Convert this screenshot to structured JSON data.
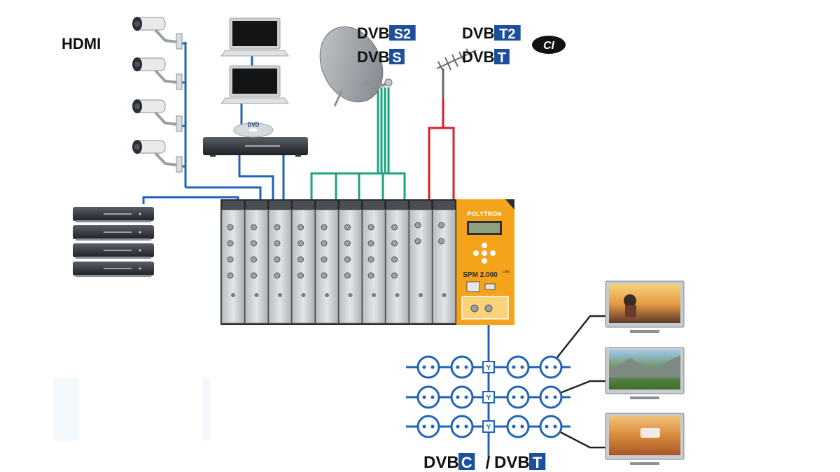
{
  "labels": {
    "hdmi": "HDMI",
    "ci": "CI",
    "brand": "POLYTRON",
    "model": "SPM 2.000",
    "model_sup": "LAN",
    "dvd": "DVD",
    "slash": "/",
    "splitter": "Y"
  },
  "logos": {
    "dvbs2": {
      "word": "DVB",
      "suffix": "S2"
    },
    "dvbs": {
      "word": "DVB",
      "suffix": "S"
    },
    "dvbt2": {
      "word": "DVB",
      "suffix": "T2"
    },
    "dvbt": {
      "word": "DVB",
      "suffix": "T"
    },
    "dvbc_bottom": {
      "word": "DVB",
      "suffix": "C"
    },
    "dvbt_bottom": {
      "word": "DVB",
      "suffix": "T"
    }
  },
  "colors": {
    "hdmi_line": "#1f63b8",
    "satellite_line": "#1aa37d",
    "terrestrial_line": "#d8202a",
    "coax_line": "#1f63b8",
    "tv_line": "#222222",
    "dvb_blue": "#1c4f9c",
    "headend_orange": "#f5a31a",
    "module_grey": "#c9cdd1"
  },
  "icons": [
    "cctv-camera-icon",
    "laptop-icon",
    "dvd-player-icon",
    "set-top-box-icon",
    "satellite-dish-icon",
    "terrestrial-antenna-icon",
    "tv-icon",
    "wall-socket-icon"
  ]
}
